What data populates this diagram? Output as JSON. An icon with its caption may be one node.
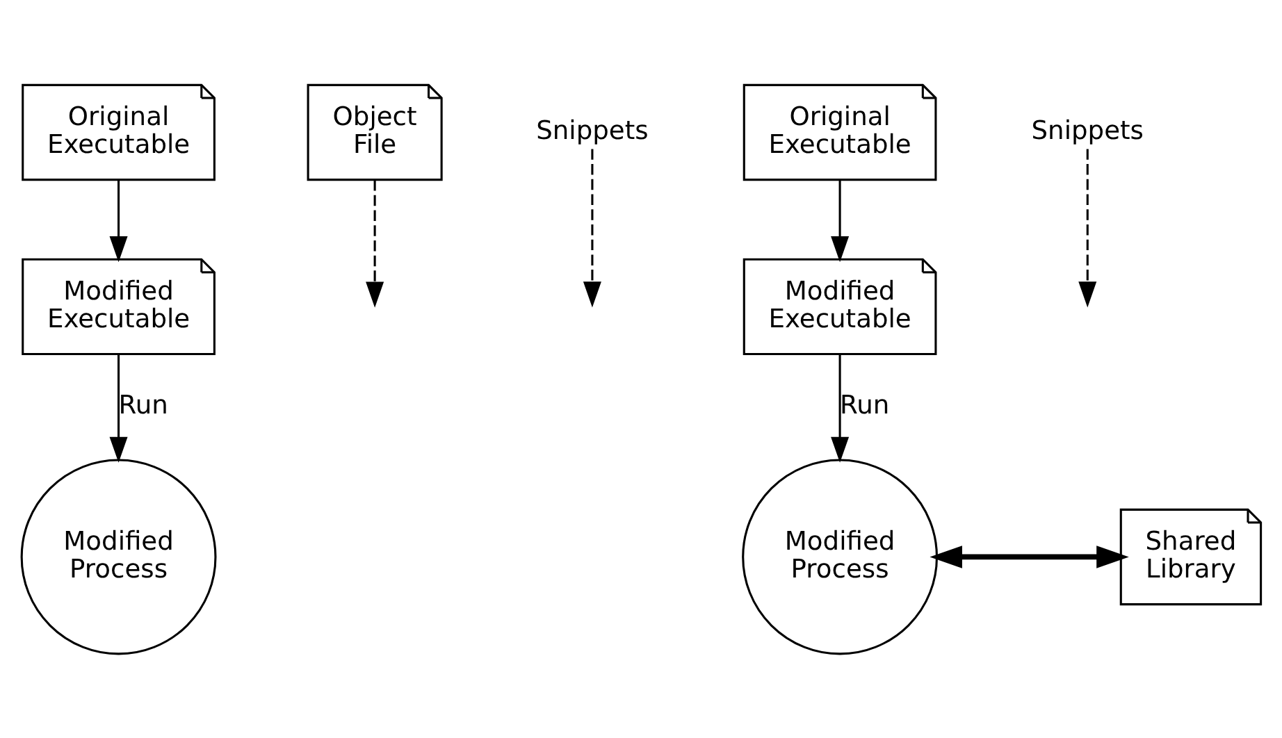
{
  "diagram": {
    "nodes": [
      {
        "text": [
          "Original Executable"
        ]
      },
      {
        "text": [
          "Object File"
        ]
      },
      {
        "text": [
          "Snippets"
        ]
      },
      {
        "text": [
          "Modified Executable"
        ]
      },
      {
        "text": [
          "Modified Process"
        ]
      },
      {
        "text": [
          "Original Executable"
        ]
      },
      {
        "text": [
          "Snippets"
        ]
      },
      {
        "text": [
          "Modified Executable"
        ]
      },
      {
        "text": [
          "Modified Process"
        ]
      },
      {
        "text": [
          "Shared Library"
        ]
      }
    ],
    "edges": [
      {
        "from": 0,
        "to": 3,
        "arrow": "to"
      },
      {
        "from": 1,
        "to": null,
        "arrow": "to",
        "style": "dashed"
      },
      {
        "from": 2,
        "to": null,
        "arrow": "to",
        "style": "dashed"
      },
      {
        "from": 3,
        "to": 4,
        "arrow": "to",
        "label": "Run"
      },
      {
        "from": 5,
        "to": 7,
        "arrow": "to"
      },
      {
        "from": 6,
        "to": null,
        "arrow": "to",
        "style": "dashed"
      },
      {
        "from": 7,
        "to": 8,
        "arrow": "to",
        "label": "Run"
      },
      {
        "from": 8,
        "to": 9,
        "arrow": "both",
        "style": "thick"
      }
    ]
  }
}
